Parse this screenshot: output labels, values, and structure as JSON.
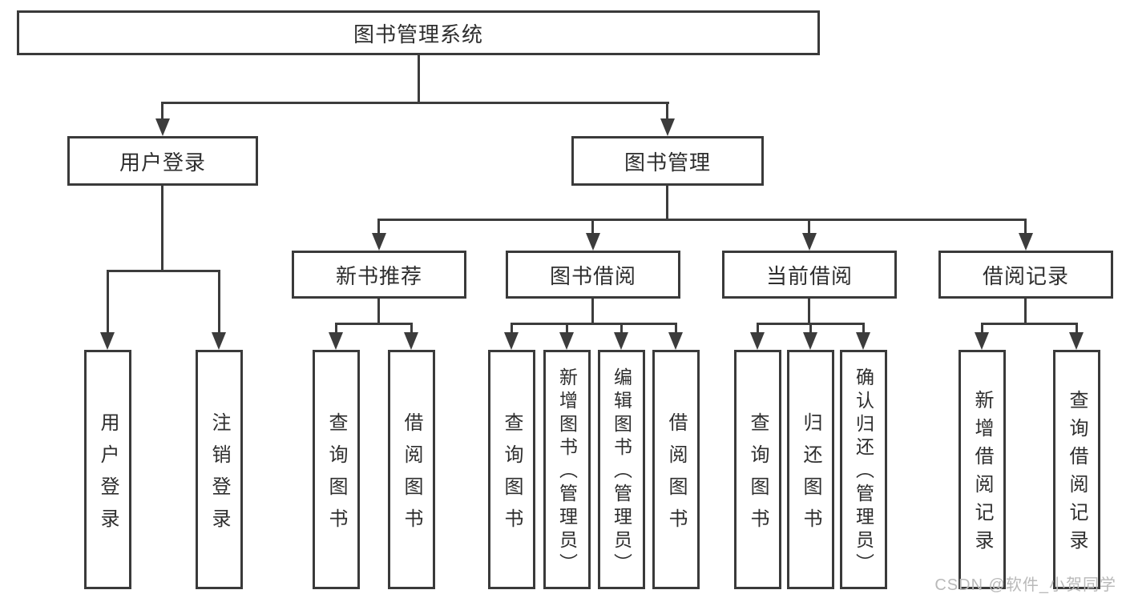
{
  "diagram": {
    "root": {
      "label": "图书管理系统"
    },
    "level2": [
      {
        "label": "用户登录"
      },
      {
        "label": "图书管理"
      }
    ],
    "level3": [
      {
        "label": "新书推荐"
      },
      {
        "label": "图书借阅"
      },
      {
        "label": "当前借阅"
      },
      {
        "label": "借阅记录"
      }
    ],
    "leaves": {
      "user_login": [
        "用户登录",
        "注销登录"
      ],
      "new_book": [
        "查询图书",
        "借阅图书"
      ],
      "book_borrow": [
        "查询图书",
        "新增图书（管理员）",
        "编辑图书（管理员）",
        "借阅图书"
      ],
      "current_borrow": [
        "查询图书",
        "归还图书",
        "确认归还（管理员）"
      ],
      "borrow_record": [
        "新增借阅记录",
        "查询借阅记录"
      ]
    }
  },
  "watermark": "CSDN @软件_小贺同学",
  "colors": {
    "line": "#3c3c3c",
    "box_border": "#3a3a3a",
    "text": "#2e2e2e",
    "watermark_text": "#b9b9b9",
    "background": "#ffffff"
  }
}
